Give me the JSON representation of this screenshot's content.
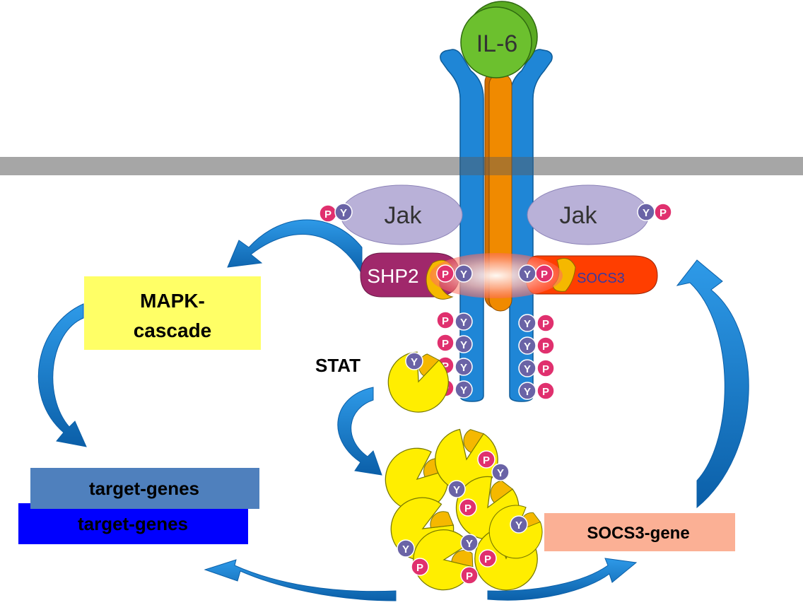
{
  "ligand": {
    "label": "IL-6"
  },
  "kinases": {
    "left": "Jak",
    "right": "Jak"
  },
  "adaptors": {
    "left": "SHP2",
    "right": "SOCS3"
  },
  "transcription_factor": {
    "label": "STAT"
  },
  "pathway": {
    "label_line1": "MAPK-",
    "label_line2": "cascade"
  },
  "genes": {
    "target_front": "target-genes",
    "target_back": "target-genes",
    "socs3": "SOCS3-gene"
  },
  "residues": {
    "phospho": "P",
    "tyrosine": "Y"
  },
  "colors": {
    "membrane": "#a6a6a6",
    "gp130": "#1f86d6",
    "il6r": "#f08a00",
    "il6": "#6cc02e",
    "jak": "#b9b1d8",
    "shp2": "#a0286b",
    "socs3_box": "#ff3e00",
    "stat": "#ffee00",
    "mapk_box": "#ffff66",
    "target_box_front": "#4f80bd",
    "target_box_back": "#0000ff",
    "socs3_gene_box": "#fbb095",
    "arrow": "#1a7fd0"
  }
}
